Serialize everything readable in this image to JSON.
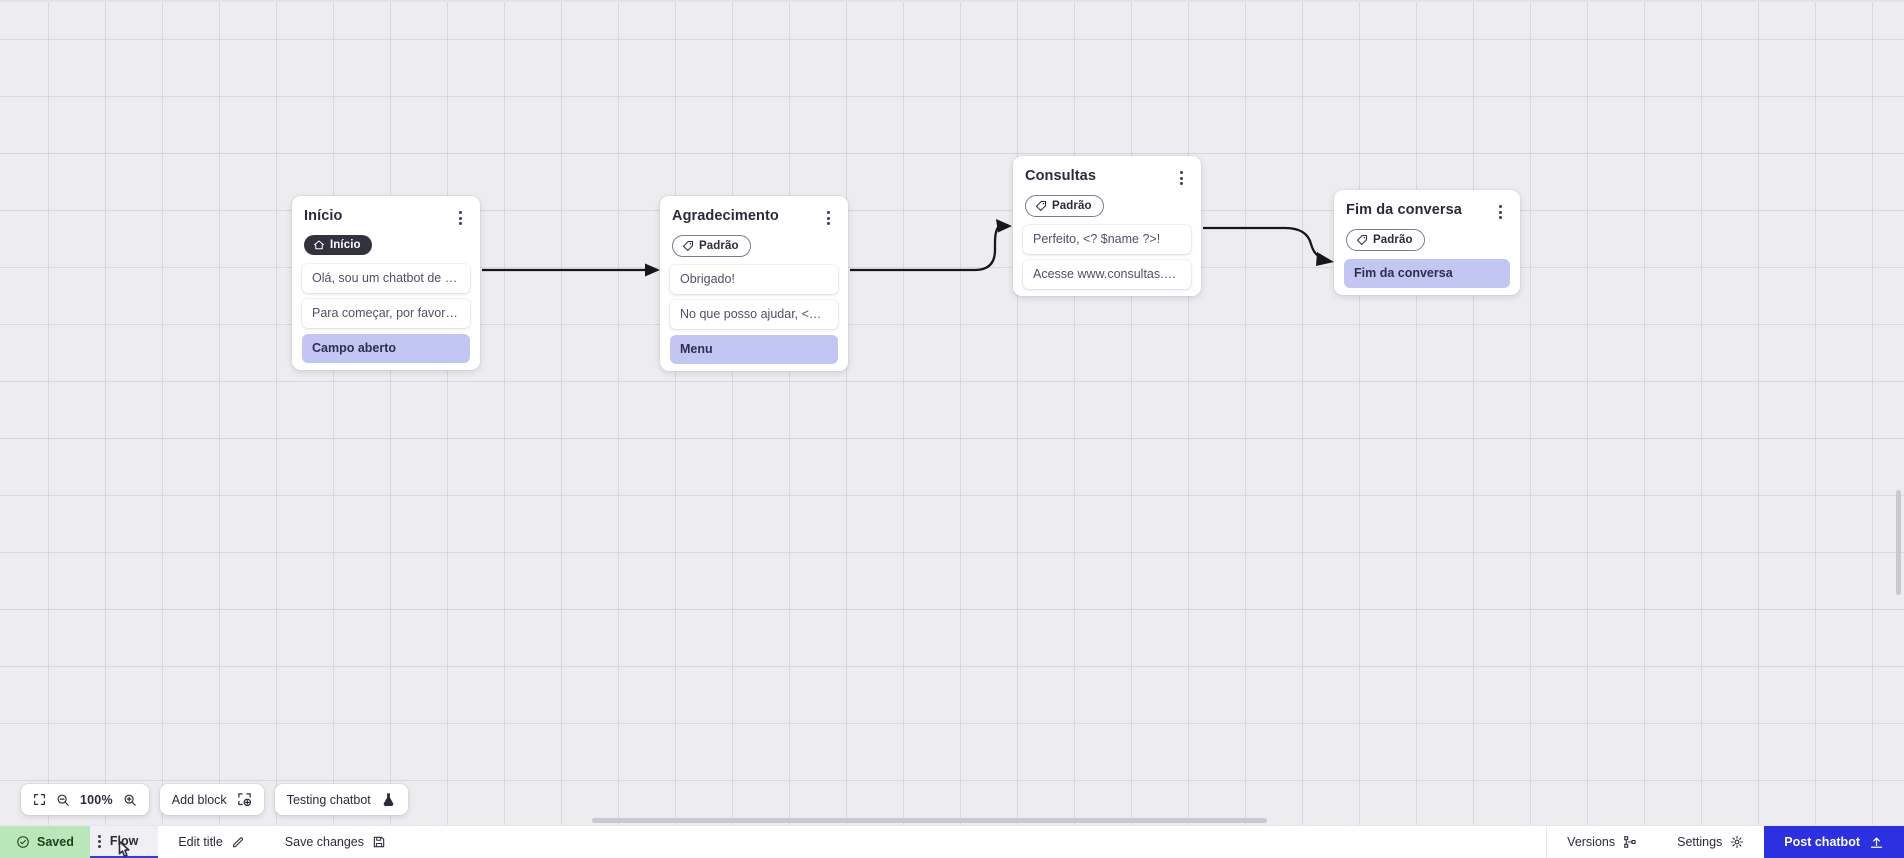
{
  "canvas": {
    "zoom_level": "100%",
    "nodes": [
      {
        "id": "inicio",
        "title": "Início",
        "badge": {
          "label": "Início",
          "icon": "home-icon",
          "style": "dark"
        },
        "rows": [
          {
            "text": "Olá, sou um chatbot de teste!",
            "accent": false
          },
          {
            "text": "Para começar, por favor digite o ...",
            "accent": false
          },
          {
            "text": "Campo aberto",
            "accent": true
          }
        ]
      },
      {
        "id": "agradecimento",
        "title": "Agradecimento",
        "badge": {
          "label": "Padrão",
          "icon": "tag-icon",
          "style": "outline"
        },
        "rows": [
          {
            "text": "Obrigado!",
            "accent": false
          },
          {
            "text": "No que posso ajudar, <? $name ...",
            "accent": false
          },
          {
            "text": "Menu",
            "accent": true
          }
        ]
      },
      {
        "id": "consultas",
        "title": "Consultas",
        "badge": {
          "label": "Padrão",
          "icon": "tag-icon",
          "style": "outline"
        },
        "rows": [
          {
            "text": "Perfeito, <? $name ?>!",
            "accent": false
          },
          {
            "text": "Acesse www.consultas.com par...",
            "accent": false
          }
        ]
      },
      {
        "id": "fim",
        "title": "Fim da conversa",
        "badge": {
          "label": "Padrão",
          "icon": "tag-icon",
          "style": "outline"
        },
        "rows": [
          {
            "text": "Fim da conversa",
            "accent": true
          }
        ]
      }
    ]
  },
  "toolbar": {
    "fit_icon": "fit-screen-icon",
    "zoom_out_icon": "zoom-out-icon",
    "zoom_in_icon": "zoom-in-icon",
    "zoom_value": "100%",
    "add_block_label": "Add block",
    "add_block_icon": "add-block-icon",
    "testing_chatbot_label": "Testing chatbot",
    "testing_chatbot_icon": "flask-icon"
  },
  "statusbar": {
    "saved_label": "Saved",
    "saved_icon": "check-circle-icon",
    "flow_tab_label": "Flow",
    "flow_tab_grip_icon": "drag-handle-icon",
    "edit_title_label": "Edit title",
    "edit_title_icon": "pencil-icon",
    "save_changes_label": "Save changes",
    "save_changes_icon": "floppy-disk-icon",
    "versions_label": "Versions",
    "versions_icon": "branch-icon",
    "settings_label": "Settings",
    "settings_icon": "gear-icon",
    "post_chatbot_label": "Post chatbot",
    "post_chatbot_icon": "upload-icon"
  },
  "colors": {
    "canvas_bg": "#ededf0",
    "accent_row": "#c2c6f2",
    "saved_chip": "#b9e7b9",
    "post_button": "#2b30e0",
    "tab_underline": "#3a3ad6"
  }
}
